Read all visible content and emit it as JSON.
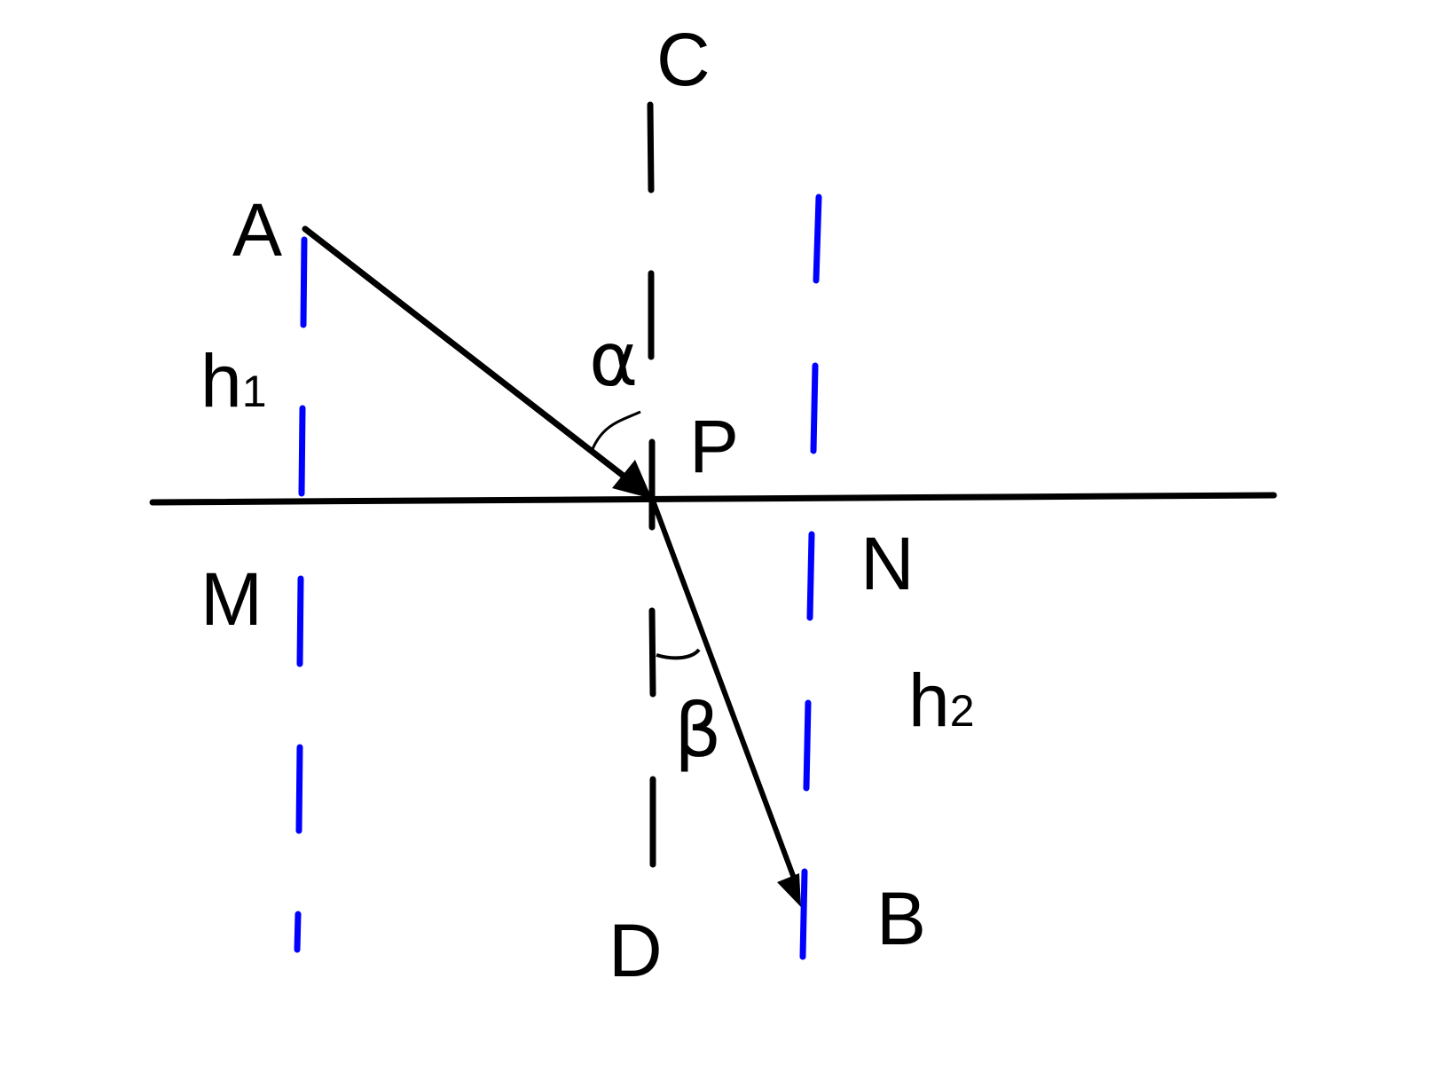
{
  "diagram": {
    "labels": {
      "A": "A",
      "B": "B",
      "C": "C",
      "D": "D",
      "P": "P",
      "M": "M",
      "N": "N",
      "h1_base": "h",
      "h1_sub": "1",
      "h2_base": "h",
      "h2_sub": "2",
      "alpha": "α",
      "beta": "β"
    },
    "colors": {
      "line": "#000000",
      "dashed_guides": "#0000ff",
      "background": "#ffffff"
    }
  }
}
